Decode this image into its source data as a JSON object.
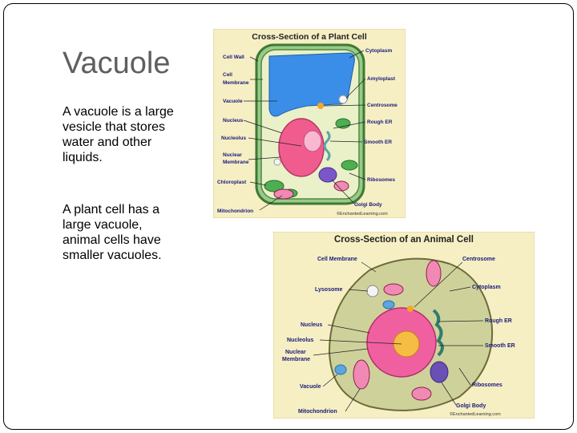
{
  "slide": {
    "title": "Vacuole",
    "paragraphs": [
      "A vacuole is a large vesicle that stores water and other liquids.",
      "A plant cell has a large vacuole, animal cells have smaller vacuoles."
    ]
  },
  "plant_cell": {
    "title": "Cross-Section of a Plant Cell",
    "labels": {
      "cell_wall": "Cell Wall",
      "cell_membrane_1": "Cell",
      "cell_membrane_2": "Membrane",
      "vacuole": "Vacuole",
      "nucleus": "Nucleus",
      "nucleolus": "Nucleolus",
      "nuclear_membrane_1": "Nuclear",
      "nuclear_membrane_2": "Membrane",
      "chloroplast": "Chloroplast",
      "mitochondrion": "Mitochondrion",
      "cytoplasm": "Cytoplasm",
      "amyloplast": "Amyloplast",
      "centrosome": "Centrosome",
      "rough_er": "Rough ER",
      "smooth_er": "Smooth ER",
      "ribosomes": "Ribosomes",
      "golgi_body": "Golgi Body",
      "credit": "©EnchantedLearning.com"
    }
  },
  "animal_cell": {
    "title": "Cross-Section of an Animal Cell",
    "labels": {
      "cell_membrane": "Cell Membrane",
      "lysosome": "Lysosome",
      "nucleus": "Nucleus",
      "nucleolus": "Nucleolus",
      "nuclear_membrane_1": "Nuclear",
      "nuclear_membrane_2": "Membrane",
      "vacuole": "Vacuole",
      "mitochondrion": "Mitochondrion",
      "centrosome": "Centrosome",
      "cytoplasm": "Cytoplasm",
      "rough_er": "Rough ER",
      "smooth_er": "Smooth ER",
      "ribosomes": "Ribosomes",
      "golgi_body": "Golgi Body",
      "credit": "©EnchantedLearning.com"
    }
  }
}
